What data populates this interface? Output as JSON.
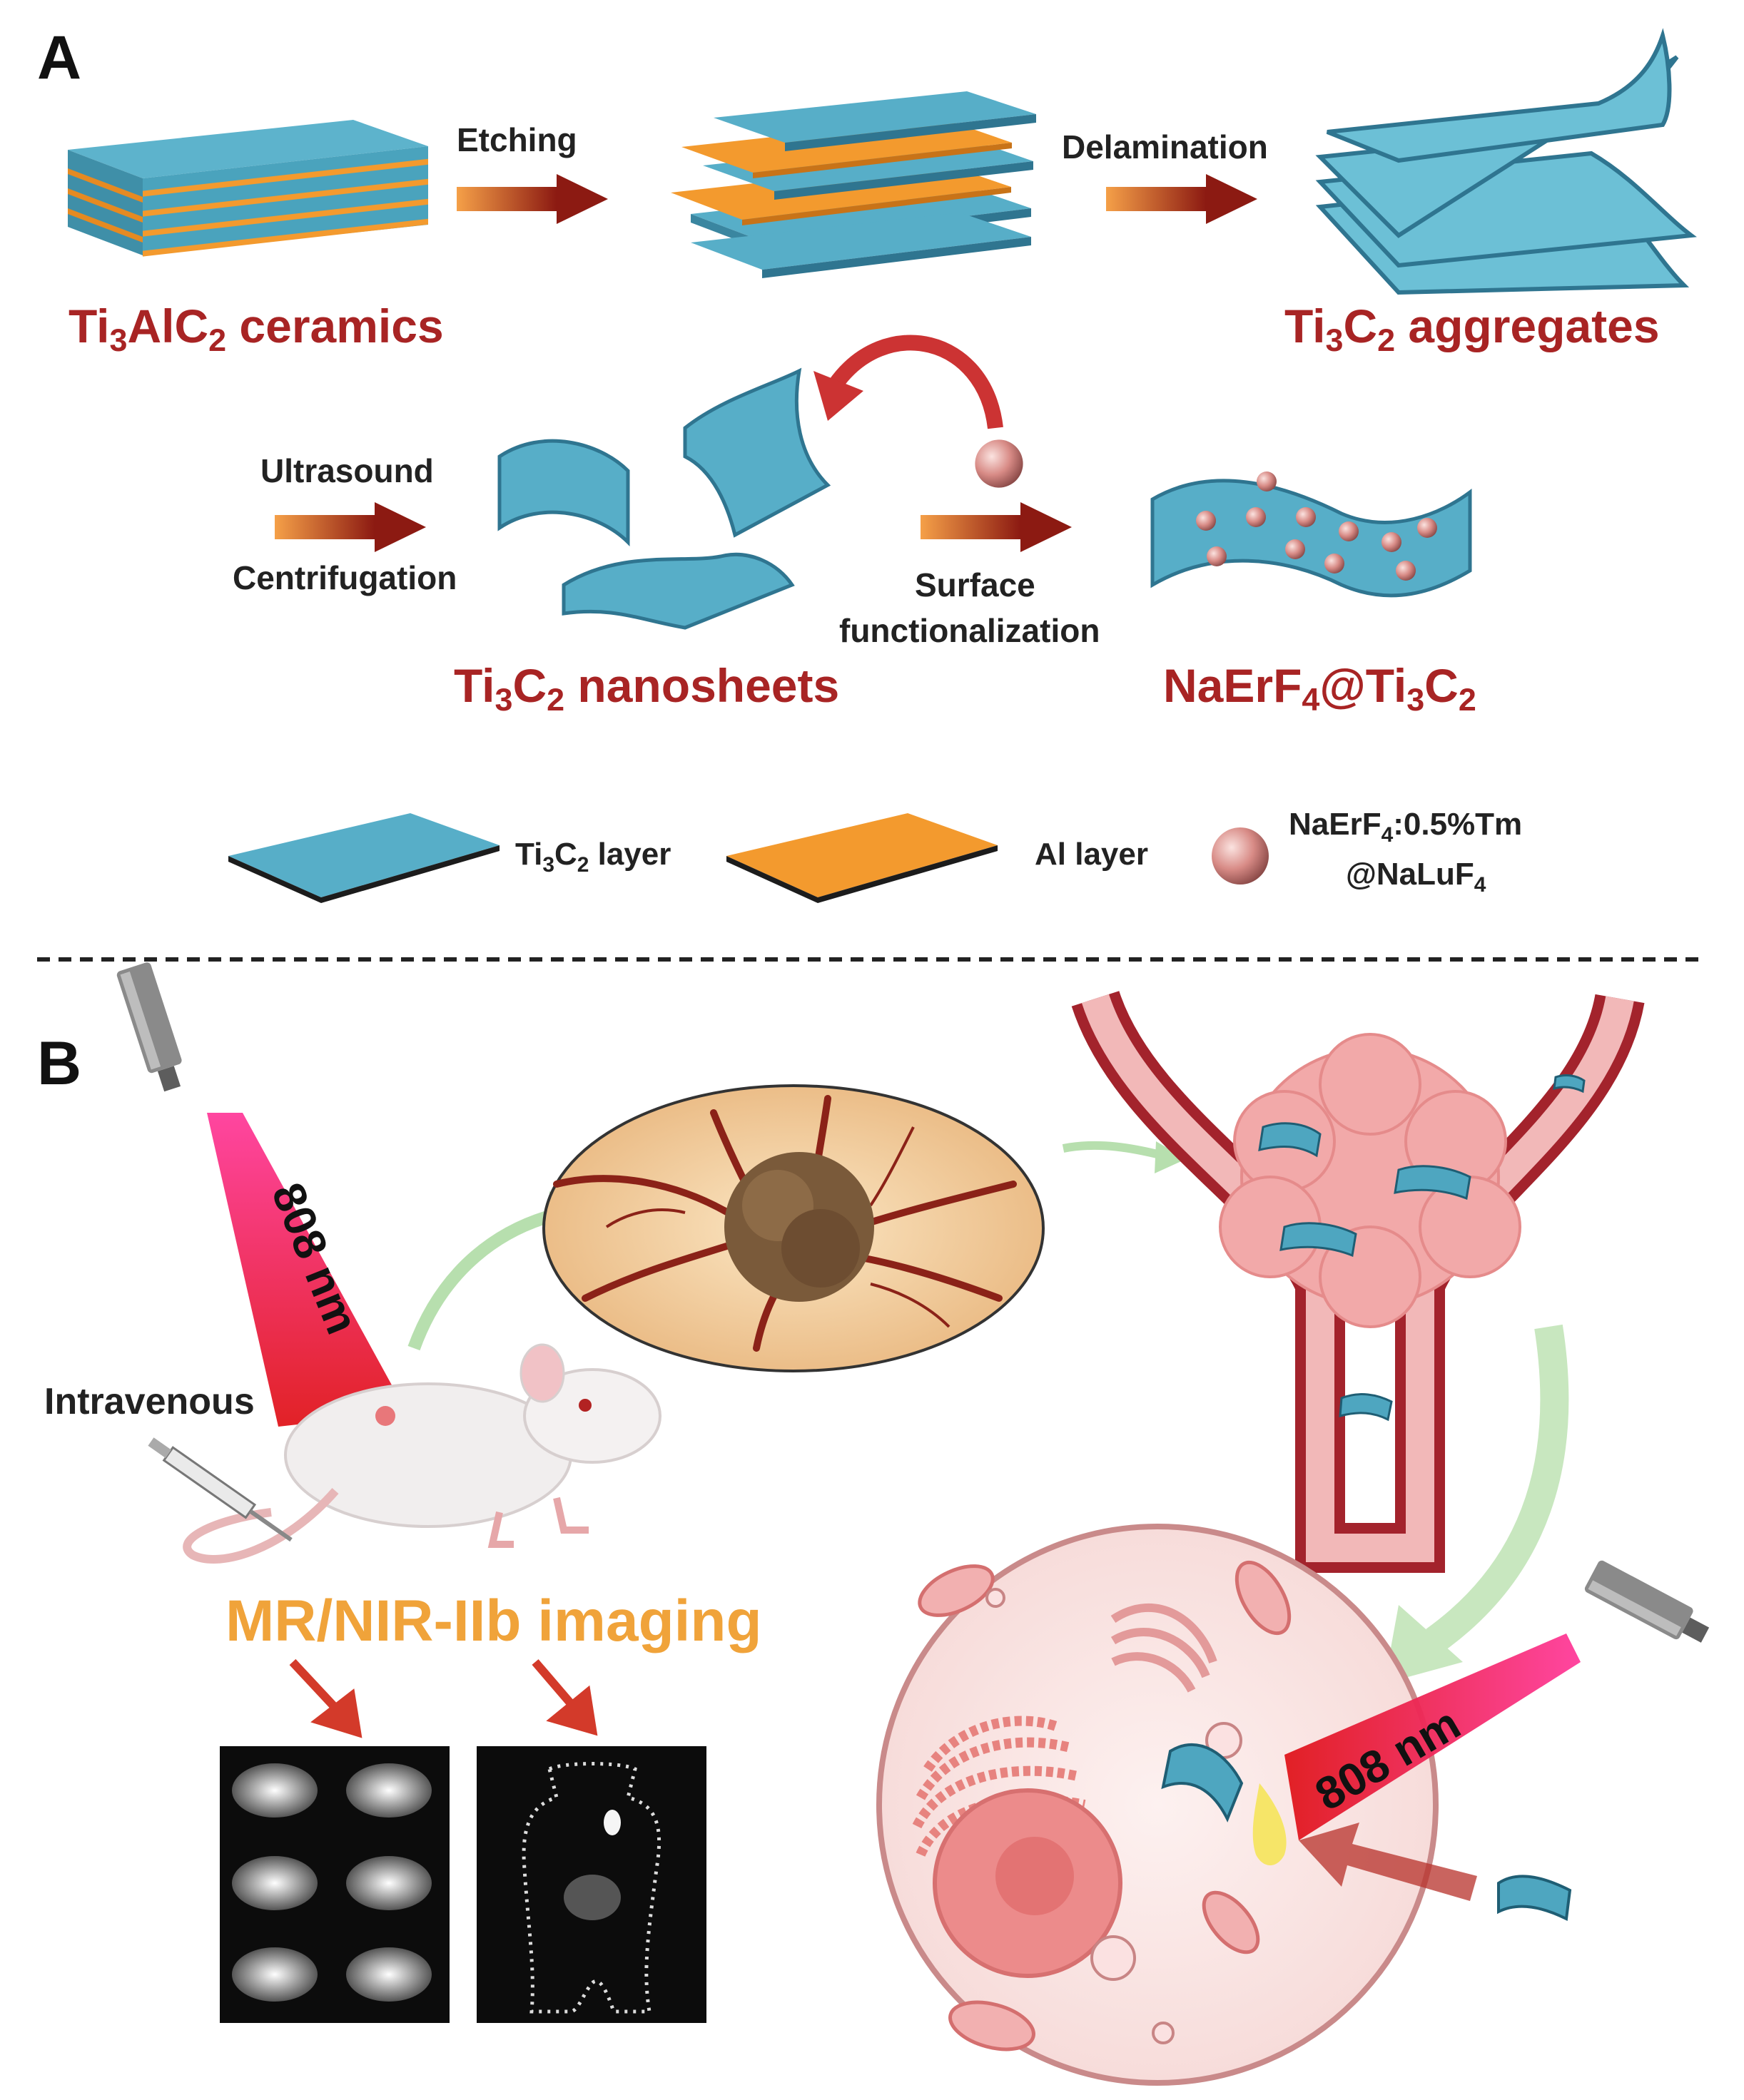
{
  "panel_a": {
    "letter": "A",
    "start_material": [
      "Ti",
      "3",
      "AlC",
      "2",
      " ceramics"
    ],
    "aggregates": [
      "Ti",
      "3",
      "C",
      "2",
      " aggregates"
    ],
    "nanosheets": [
      "Ti",
      "3",
      "C",
      "2",
      " nanosheets"
    ],
    "product": [
      "NaErF",
      "4",
      "@Ti",
      "3",
      "C",
      "2"
    ],
    "steps": {
      "etching": "Etching",
      "delamination": "Delamination",
      "ultrasound": "Ultrasound",
      "centrifugation": "Centrifugation",
      "surface": "Surface",
      "functionalization": "functionalization"
    },
    "legend": {
      "ti3c2_layer": [
        "Ti",
        "3",
        "C",
        "2",
        " layer"
      ],
      "al_layer": "Al layer",
      "particle_line1": [
        "NaErF",
        "4",
        ":0.5%Tm"
      ],
      "particle_line2": [
        "@NaLuF",
        "4"
      ]
    }
  },
  "panel_b": {
    "letter": "B",
    "laser_label_left": "808 nm",
    "laser_label_right": "808 nm",
    "intravenous": "Intravenous",
    "imaging": "MR/NIR-IIb imaging"
  },
  "colors": {
    "sheet_teal": "#57aec8",
    "al_orange": "#f39a2e",
    "label_red": "#a82424",
    "imaging_orange": "#f0a33a",
    "tissue_pink": "#f2a9a9",
    "arrow_dark_red": "#8c1a12"
  },
  "icons": [
    "syringe-icon",
    "laser-probe-icon",
    "mouse-illustration",
    "tumor-illustration",
    "cell-illustration"
  ]
}
